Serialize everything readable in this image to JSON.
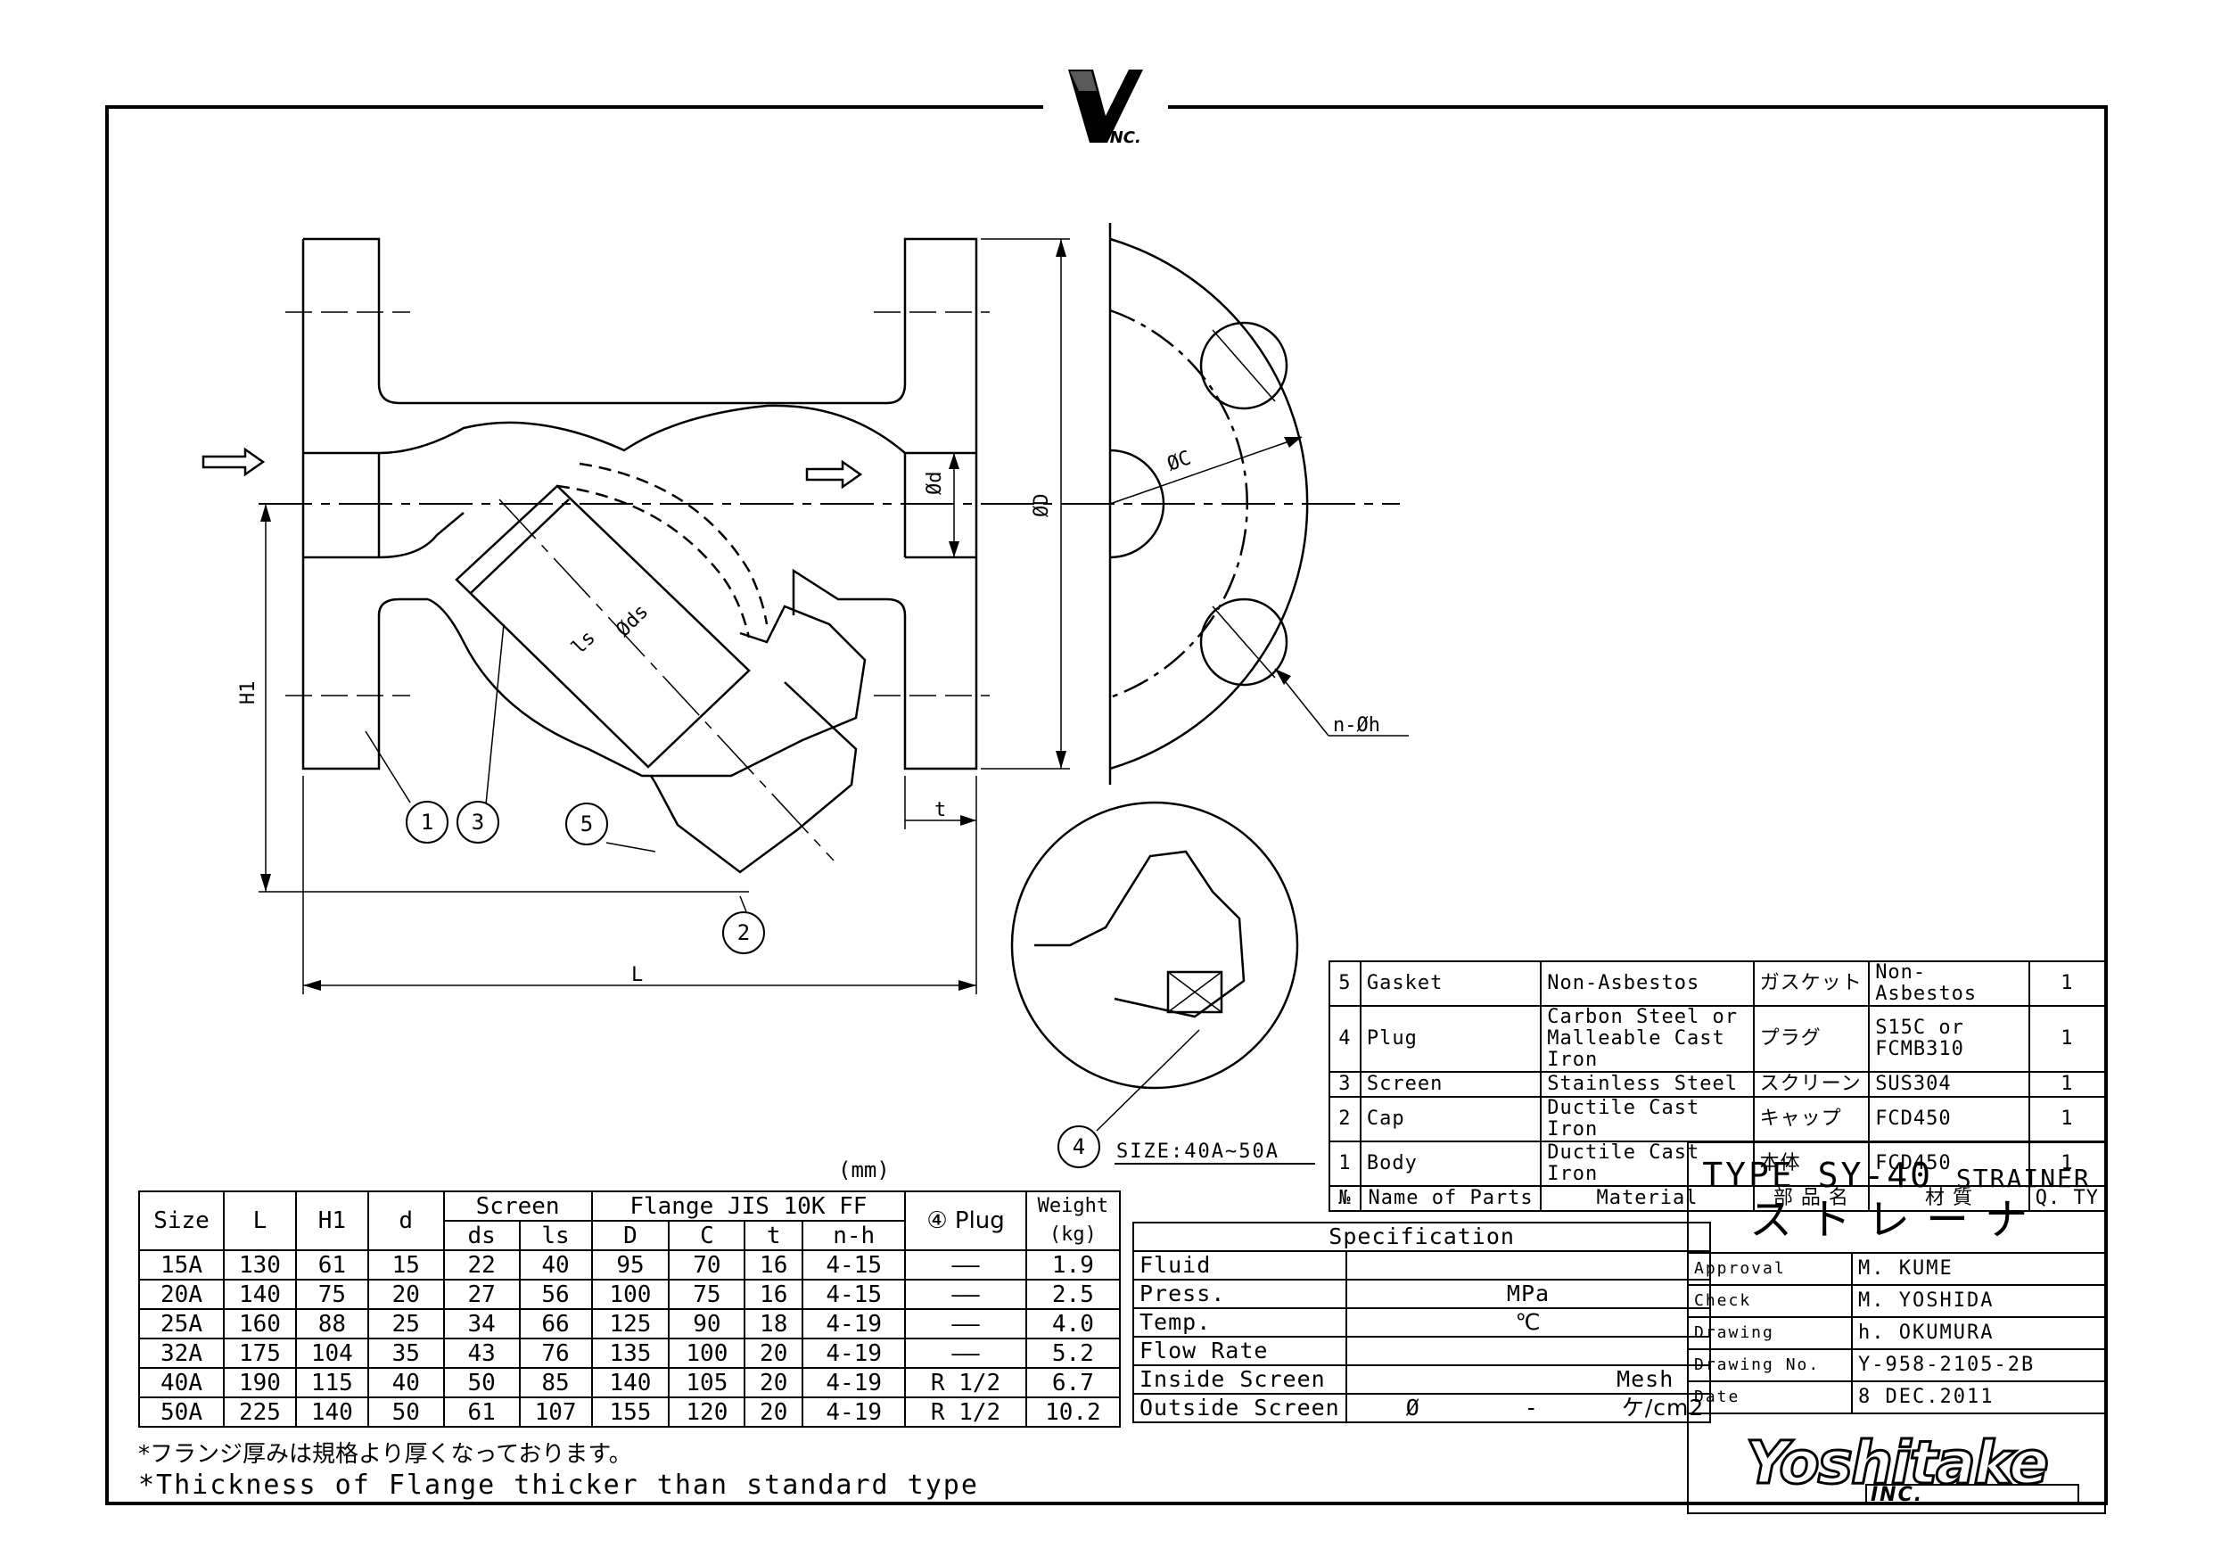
{
  "drawing": {
    "labels": {
      "phi_c": "ØC",
      "phi_d": "Ød",
      "phi_D": "ØD",
      "phi_ds": "Øds",
      "ls": "ls",
      "h1": "H1",
      "l": "L",
      "t": "t",
      "n_phi_h": "n-Øh",
      "size_range": "SIZE:40A~50A"
    },
    "balloons": [
      "1",
      "2",
      "3",
      "4",
      "5"
    ]
  },
  "parts_list": {
    "rows": [
      {
        "no": "5",
        "name": "Gasket",
        "material": "Non-Asbestos",
        "name_jp": "ガスケット",
        "material_jp": "Non-Asbestos",
        "qty": "1"
      },
      {
        "no": "4",
        "name": "Plug",
        "material": "Carbon Steel or\nMalleable Cast Iron",
        "name_jp": "プラグ",
        "material_jp": "S15C or\nFCMB310",
        "qty": "1"
      },
      {
        "no": "3",
        "name": "Screen",
        "material": "Stainless Steel",
        "name_jp": "スクリーン",
        "material_jp": "SUS304",
        "qty": "1"
      },
      {
        "no": "2",
        "name": "Cap",
        "material": "Ductile Cast Iron",
        "name_jp": "キャップ",
        "material_jp": "FCD450",
        "qty": "1"
      },
      {
        "no": "1",
        "name": "Body",
        "material": "Ductile Cast Iron",
        "name_jp": "本体",
        "material_jp": "FCD450",
        "qty": "1"
      }
    ],
    "header": {
      "no": "№",
      "name": "Name of Parts",
      "material": "Material",
      "name_jp": "部 品 名",
      "material_jp": "材 質",
      "qty": "Q. TY"
    }
  },
  "title_block": {
    "type": "TYPE SY-40",
    "type_suffix": "STRAINER",
    "name_jp": "ストレーナ",
    "rows": [
      {
        "label": "Approval",
        "value": "M. KUME"
      },
      {
        "label": "Check",
        "value": "M. YOSHIDA"
      },
      {
        "label": "Drawing",
        "value": "h. OKUMURA"
      },
      {
        "label": "Drawing No.",
        "value": "Y-958-2105-2B"
      },
      {
        "label": "Date",
        "value": "8 DEC.2011"
      }
    ],
    "logo_text": "Yoshitake",
    "logo_inc": "INC.",
    "top_logo_inc": "INC."
  },
  "specification": {
    "title": "Specification",
    "rows": [
      {
        "label": "Fluid",
        "value": "",
        "unit": ""
      },
      {
        "label": "Press.",
        "value": "",
        "unit": "MPa"
      },
      {
        "label": "Temp.",
        "value": "",
        "unit": "℃"
      },
      {
        "label": "Flow Rate",
        "value": "",
        "unit": ""
      },
      {
        "label": "Inside Screen",
        "value": "",
        "unit": "Mesh"
      },
      {
        "label": "Outside Screen",
        "value": "Ø",
        "dash": "-",
        "unit": "ケ/cm2"
      }
    ]
  },
  "dimensions": {
    "unit": "(mm)",
    "headers": {
      "size": "Size",
      "l": "L",
      "h1": "H1",
      "d": "d",
      "screen": "Screen",
      "ds": "ds",
      "ls": "ls",
      "flange": "Flange JIS 10K FF",
      "D": "D",
      "C": "C",
      "t": "t",
      "nh": "n-h",
      "plug": "④ Plug",
      "weight": "Weight",
      "kg": "(kg)"
    },
    "rows": [
      [
        "15A",
        "130",
        "61",
        "15",
        "22",
        "40",
        "95",
        "70",
        "16",
        "4-15",
        "——",
        "1.9"
      ],
      [
        "20A",
        "140",
        "75",
        "20",
        "27",
        "56",
        "100",
        "75",
        "16",
        "4-15",
        "——",
        "2.5"
      ],
      [
        "25A",
        "160",
        "88",
        "25",
        "34",
        "66",
        "125",
        "90",
        "18",
        "4-19",
        "——",
        "4.0"
      ],
      [
        "32A",
        "175",
        "104",
        "35",
        "43",
        "76",
        "135",
        "100",
        "20",
        "4-19",
        "——",
        "5.2"
      ],
      [
        "40A",
        "190",
        "115",
        "40",
        "50",
        "85",
        "140",
        "105",
        "20",
        "4-19",
        "R 1/2",
        "6.7"
      ],
      [
        "50A",
        "225",
        "140",
        "50",
        "61",
        "107",
        "155",
        "120",
        "20",
        "4-19",
        "R 1/2",
        "10.2"
      ]
    ]
  },
  "notes": {
    "jp": "*フランジ厚みは規格より厚くなっております。",
    "en": "*Thickness of Flange thicker than standard type"
  }
}
